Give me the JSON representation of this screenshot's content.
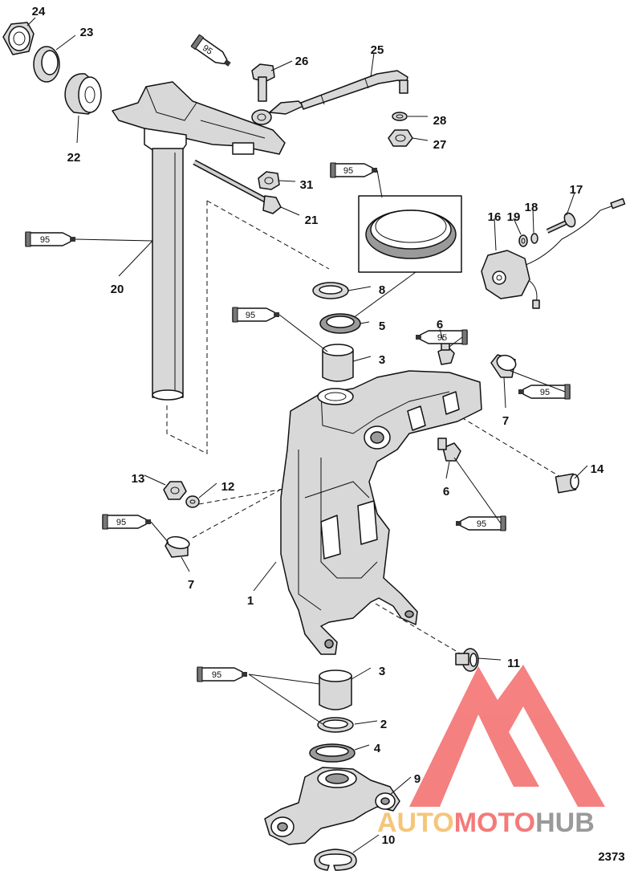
{
  "drawing_number": "2373",
  "watermark": {
    "parts": [
      "AUTO",
      "MOTO",
      "HUB"
    ],
    "colors": [
      "#f5c67a",
      "#f47a7a",
      "#9a9a9a"
    ]
  },
  "sealant_tube_label": "95",
  "callouts": [
    {
      "id": "24",
      "label": "24"
    },
    {
      "id": "23",
      "label": "23"
    },
    {
      "id": "22",
      "label": "22"
    },
    {
      "id": "26",
      "label": "26"
    },
    {
      "id": "25",
      "label": "25"
    },
    {
      "id": "28",
      "label": "28"
    },
    {
      "id": "27",
      "label": "27"
    },
    {
      "id": "31",
      "label": "31"
    },
    {
      "id": "21",
      "label": "21"
    },
    {
      "id": "17",
      "label": "17"
    },
    {
      "id": "18",
      "label": "18"
    },
    {
      "id": "19",
      "label": "19"
    },
    {
      "id": "16",
      "label": "16"
    },
    {
      "id": "20",
      "label": "20"
    },
    {
      "id": "8",
      "label": "8"
    },
    {
      "id": "5",
      "label": "5"
    },
    {
      "id": "6a",
      "label": "6"
    },
    {
      "id": "3a",
      "label": "3"
    },
    {
      "id": "7a",
      "label": "7"
    },
    {
      "id": "14",
      "label": "14"
    },
    {
      "id": "6b",
      "label": "6"
    },
    {
      "id": "13",
      "label": "13"
    },
    {
      "id": "12",
      "label": "12"
    },
    {
      "id": "7b",
      "label": "7"
    },
    {
      "id": "1",
      "label": "1"
    },
    {
      "id": "11",
      "label": "11"
    },
    {
      "id": "3b",
      "label": "3"
    },
    {
      "id": "2",
      "label": "2"
    },
    {
      "id": "4",
      "label": "4"
    },
    {
      "id": "9",
      "label": "9"
    },
    {
      "id": "10",
      "label": "10"
    }
  ]
}
